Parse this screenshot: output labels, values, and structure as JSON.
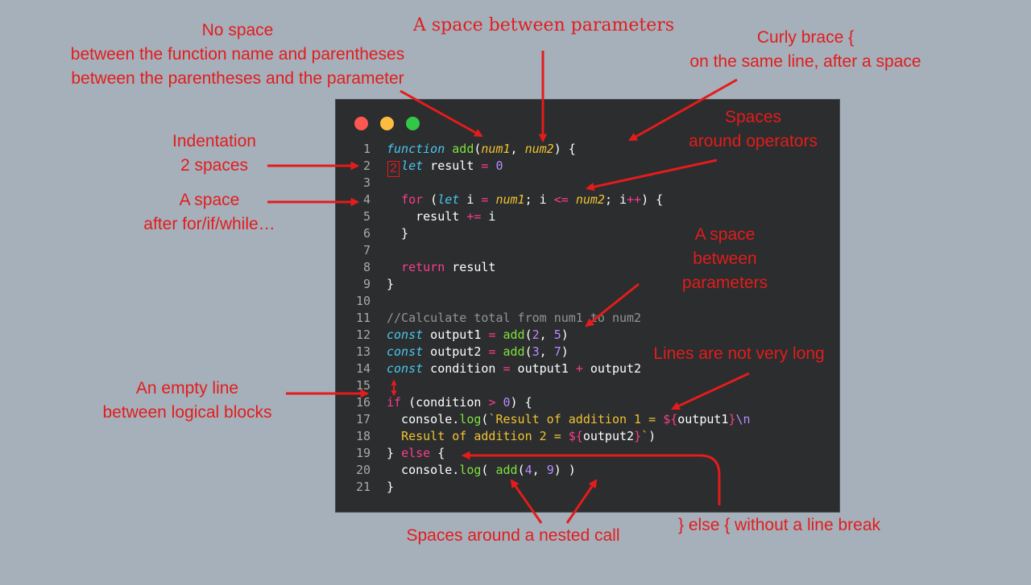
{
  "annotations": {
    "no_space": [
      "No space",
      "between the function name and parentheses",
      "between the parentheses and the parameter"
    ],
    "space_params_top": "A space between parameters",
    "curly_brace": [
      "Curly brace {",
      "on the same line, after a space"
    ],
    "indentation": [
      "Indentation",
      "2 spaces"
    ],
    "spaces_operators": [
      "Spaces",
      "around operators"
    ],
    "space_after_for": [
      "A space",
      "after for/if/while…"
    ],
    "space_params_right": [
      "A space",
      "between",
      "parameters"
    ],
    "lines_not_long": "Lines are not very long",
    "empty_line": [
      "An empty line",
      "between logical blocks"
    ],
    "nested_call": "Spaces around a nested call",
    "else_no_break": "} else { without a line break",
    "indent_marker": "2"
  },
  "editor": {
    "window_dots": [
      "#fc5753",
      "#fdbc40",
      "#33c748"
    ],
    "background": "#2b2d2e",
    "lines": [
      {
        "n": "1",
        "tokens": [
          [
            "function",
            "it"
          ],
          [
            " ",
            ""
          ],
          [
            "add",
            "fn"
          ],
          [
            "(",
            ""
          ],
          [
            "num1",
            "pm"
          ],
          [
            ", ",
            ""
          ],
          [
            "num2",
            "pm"
          ],
          [
            ") {",
            ""
          ]
        ]
      },
      {
        "n": "2",
        "tokens": [
          [
            "  ",
            ""
          ],
          [
            "let",
            "it"
          ],
          [
            " result ",
            ""
          ],
          [
            "=",
            "op"
          ],
          [
            " ",
            ""
          ],
          [
            "0",
            "nm"
          ]
        ]
      },
      {
        "n": "3",
        "tokens": []
      },
      {
        "n": "4",
        "tokens": [
          [
            "  ",
            ""
          ],
          [
            "for",
            "kw"
          ],
          [
            " (",
            ""
          ],
          [
            "let",
            "it"
          ],
          [
            " i ",
            ""
          ],
          [
            "=",
            "op"
          ],
          [
            " ",
            ""
          ],
          [
            "num1",
            "pm"
          ],
          [
            "; i ",
            ""
          ],
          [
            "<=",
            "op"
          ],
          [
            " ",
            ""
          ],
          [
            "num2",
            "pm"
          ],
          [
            "; i",
            ""
          ],
          [
            "++",
            "op"
          ],
          [
            ") {",
            ""
          ]
        ]
      },
      {
        "n": "5",
        "tokens": [
          [
            "    result ",
            ""
          ],
          [
            "+=",
            "op"
          ],
          [
            " i",
            ""
          ]
        ]
      },
      {
        "n": "6",
        "tokens": [
          [
            "  }",
            ""
          ]
        ]
      },
      {
        "n": "7",
        "tokens": []
      },
      {
        "n": "8",
        "tokens": [
          [
            "  ",
            ""
          ],
          [
            "return",
            "kw"
          ],
          [
            " result",
            ""
          ]
        ]
      },
      {
        "n": "9",
        "tokens": [
          [
            "}",
            ""
          ]
        ]
      },
      {
        "n": "10",
        "tokens": []
      },
      {
        "n": "11",
        "tokens": [
          [
            "//Calculate total from num1 to num2",
            "cm"
          ]
        ]
      },
      {
        "n": "12",
        "tokens": [
          [
            "const",
            "it"
          ],
          [
            " output1 ",
            ""
          ],
          [
            "=",
            "op"
          ],
          [
            " ",
            ""
          ],
          [
            "add",
            "fn"
          ],
          [
            "(",
            ""
          ],
          [
            "2",
            "nm"
          ],
          [
            ", ",
            ""
          ],
          [
            "5",
            "nm"
          ],
          [
            ")",
            ""
          ]
        ]
      },
      {
        "n": "13",
        "tokens": [
          [
            "const",
            "it"
          ],
          [
            " output2 ",
            ""
          ],
          [
            "=",
            "op"
          ],
          [
            " ",
            ""
          ],
          [
            "add",
            "fn"
          ],
          [
            "(",
            ""
          ],
          [
            "3",
            "nm"
          ],
          [
            ", ",
            ""
          ],
          [
            "7",
            "nm"
          ],
          [
            ")",
            ""
          ]
        ]
      },
      {
        "n": "14",
        "tokens": [
          [
            "const",
            "it"
          ],
          [
            " condition ",
            ""
          ],
          [
            "=",
            "op"
          ],
          [
            " output1 ",
            ""
          ],
          [
            "+",
            "op"
          ],
          [
            " output2",
            ""
          ]
        ]
      },
      {
        "n": "15",
        "tokens": []
      },
      {
        "n": "16",
        "tokens": [
          [
            "if",
            "kw"
          ],
          [
            " (condition ",
            ""
          ],
          [
            ">",
            "op"
          ],
          [
            " ",
            ""
          ],
          [
            "0",
            "nm"
          ],
          [
            ") {",
            ""
          ]
        ]
      },
      {
        "n": "17",
        "tokens": [
          [
            "  console.",
            ""
          ],
          [
            "log",
            "fn"
          ],
          [
            "(",
            ""
          ],
          [
            "`Result of addition 1 = ",
            "st"
          ],
          [
            "${",
            "op"
          ],
          [
            "output1",
            ""
          ],
          [
            "}",
            "op"
          ],
          [
            "\\n",
            "nm"
          ]
        ]
      },
      {
        "n": "18",
        "tokens": [
          [
            "  ",
            ""
          ],
          [
            "Result of addition 2 = ",
            "st"
          ],
          [
            "${",
            "op"
          ],
          [
            "output2",
            ""
          ],
          [
            "}",
            "op"
          ],
          [
            "`",
            "st"
          ],
          [
            ")",
            ""
          ]
        ]
      },
      {
        "n": "19",
        "tokens": [
          [
            "} ",
            ""
          ],
          [
            "else",
            "kw"
          ],
          [
            " {",
            ""
          ]
        ]
      },
      {
        "n": "20",
        "tokens": [
          [
            "  console.",
            ""
          ],
          [
            "log",
            "fn"
          ],
          [
            "( ",
            ""
          ],
          [
            "add",
            "fn"
          ],
          [
            "(",
            ""
          ],
          [
            "4",
            "nm"
          ],
          [
            ", ",
            ""
          ],
          [
            "9",
            "nm"
          ],
          [
            ") )",
            ""
          ]
        ]
      },
      {
        "n": "21",
        "tokens": [
          [
            "}",
            ""
          ]
        ]
      }
    ]
  }
}
